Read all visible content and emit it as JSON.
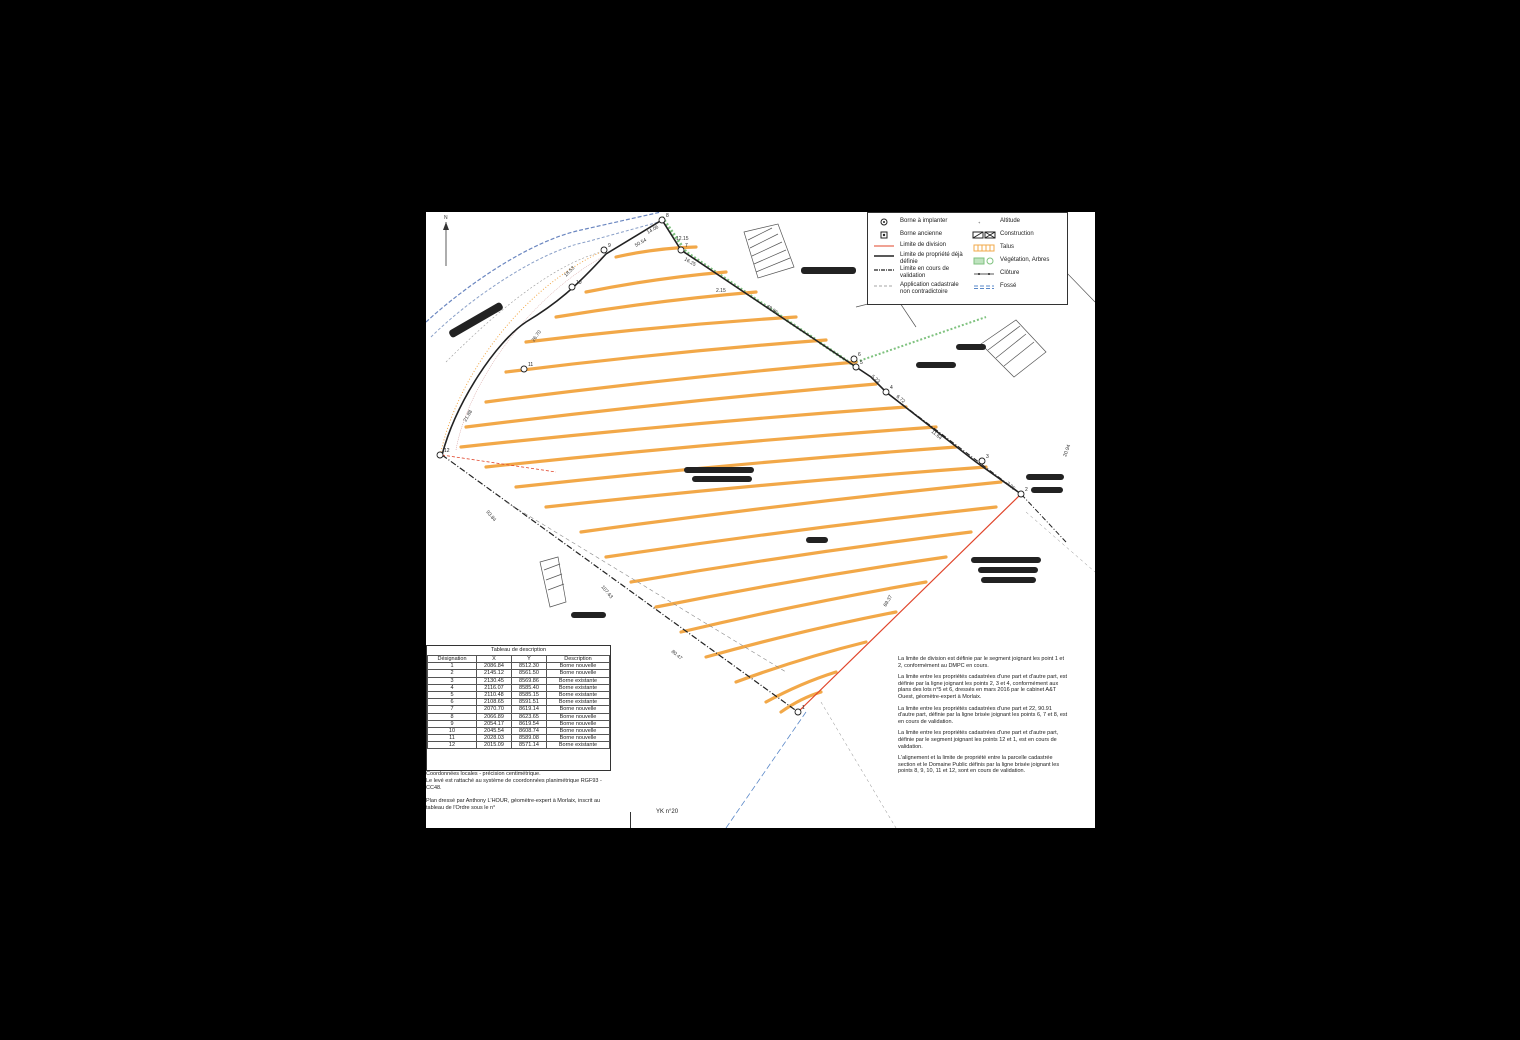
{
  "title": "",
  "north_label": "N",
  "legend": {
    "items": [
      {
        "icon": "borne-a-implanter-icon",
        "label": "Borne à implanter"
      },
      {
        "icon": "borne-ancienne-icon",
        "label": "Borne ancienne"
      },
      {
        "icon": "limite-division-icon",
        "label": "Limite de division"
      },
      {
        "icon": "limite-propriete-icon",
        "label": "Limite de propriété déjà définie"
      },
      {
        "icon": "limite-en-cours-icon",
        "label": "Limite en cours de validation"
      },
      {
        "icon": "application-cadastrale-icon",
        "label": "Application cadastrale non contradictoire"
      },
      {
        "icon": "altitude-icon",
        "label": "Altitude"
      },
      {
        "icon": "construction-icon",
        "label": "Construction"
      },
      {
        "icon": "talus-icon",
        "label": "Talus"
      },
      {
        "icon": "vegetation-icon",
        "label": "Végétation, Arbres"
      },
      {
        "icon": "cloture-icon",
        "label": "Clôture"
      },
      {
        "icon": "fosse-icon",
        "label": "Fossé"
      }
    ]
  },
  "table": {
    "title": "Tableau de description",
    "headers": [
      "Désignation",
      "X",
      "Y",
      "Description"
    ],
    "rows": [
      [
        "1",
        "2086.84",
        "8512.30",
        "Borne nouvelle"
      ],
      [
        "2",
        "2145.12",
        "8561.50",
        "Borne nouvelle"
      ],
      [
        "3",
        "2130.45",
        "8569.86",
        "Borne existante"
      ],
      [
        "4",
        "2116.07",
        "8585.40",
        "Borne existante"
      ],
      [
        "5",
        "2110.48",
        "8585.15",
        "Borne existante"
      ],
      [
        "6",
        "2108.65",
        "8591.51",
        "Borne existante"
      ],
      [
        "7",
        "2070.70",
        "8619.14",
        "Borne nouvelle"
      ],
      [
        "8",
        "2066.89",
        "8623.65",
        "Borne nouvelle"
      ],
      [
        "9",
        "2054.17",
        "8619.54",
        "Borne nouvelle"
      ],
      [
        "10",
        "2045.54",
        "8608.74",
        "Borne nouvelle"
      ],
      [
        "11",
        "2028.03",
        "8589.08",
        "Borne nouvelle"
      ],
      [
        "12",
        "2015.09",
        "8571.14",
        "Borne existante"
      ]
    ]
  },
  "notes_left": [
    "Coordonnées locales - précision centimétrique.",
    "Le levé est rattaché au système de coordonnées planimétrique RGF93 - CC48.",
    "Plan dressé par Anthony L'HOUR, géomètre-expert à Morlaix, inscrit au tableau de l'Ordre sous le n°"
  ],
  "notes_right": [
    "La limite de division est définie par le segment joignant les point 1 et 2, conformément au DMPC en cours.",
    "La limite entre les propriétés cadastrées d'une part et d'autre part, est définie par la ligne joignant les points 2, 3 et 4, conformément aux plans des lots n°5 et 6, dressés en mars 2016 par le cabinet A&T Ouest, géomètre-expert à Morlaix.",
    "La limite entre les propriétés cadastrées d'une part et 22, 90.91 d'autre part, définie par la ligne brisée joignant les points 6, 7 et 8, est en cours de validation.",
    "La limite entre les propriétés cadastrées d'une part et d'autre part, définie par le segment joignant les points 12 et 1, est en cours de validation.",
    "L'alignement et la limite de propriété entre la parcelle cadastrée section et le Domaine Public définis par la ligne brisée joignant les points 8, 9, 10, 11 et 12, sont en cours de validation."
  ],
  "parcel_label": "YK n°20",
  "dimensions": [
    "14.06",
    "12.15",
    "16.25",
    "48.96",
    "5.23",
    "6.72",
    "11.64",
    "7.95",
    "69.37",
    "93.84",
    "107.63",
    "80.47",
    "21.88",
    "26.70",
    "18.53",
    "50.54",
    "2.15",
    "20.94"
  ],
  "points": [
    "1",
    "2",
    "3",
    "4",
    "5",
    "6",
    "7",
    "8",
    "9",
    "10",
    "11",
    "12"
  ],
  "colors": {
    "hatch": "#f2a848",
    "division": "#e0442a",
    "boundary": "#222222",
    "vegetation": "#7fc27f",
    "ditch": "#5a88c8"
  }
}
